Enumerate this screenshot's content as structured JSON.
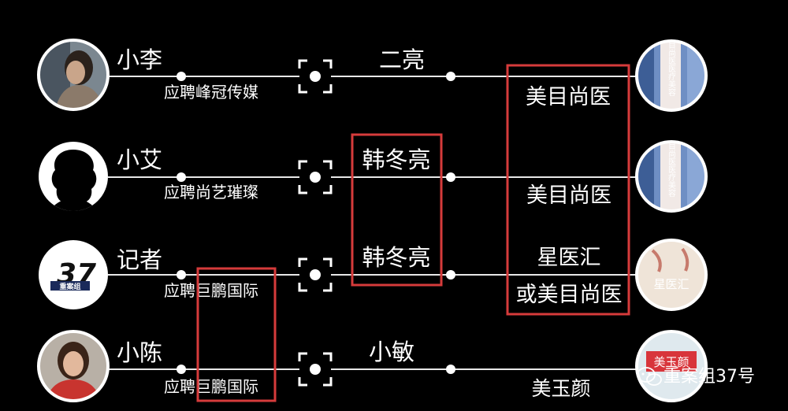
{
  "rows": [
    {
      "person": "小李",
      "channel": "应聘峰冠传媒",
      "contact": "二亮",
      "clinic": "美目尚医",
      "avatar": "photo-woman-icon",
      "clinic_sign": "北京美目尚医医疗美容"
    },
    {
      "person": "小艾",
      "channel": "应聘尚艺璀璨",
      "contact": "韩冬亮",
      "clinic": "美目尚医",
      "avatar": "silhouette-icon",
      "clinic_sign": "北京美目尚医医疗美容"
    },
    {
      "person": "记者",
      "channel": "应聘巨鹏国际",
      "contact": "韩冬亮",
      "clinic": "星医汇",
      "clinic_line2": "或美目尚医",
      "avatar": "logo-37-icon",
      "clinic_sign": "星医汇"
    },
    {
      "person": "小陈",
      "channel": "应聘巨鹏国际",
      "contact": "小敏",
      "clinic": "美玉颜",
      "avatar": "photo-woman-icon",
      "clinic_sign": "美玉颜"
    }
  ],
  "logo_text": {
    "number": "37",
    "caption": "重案组"
  },
  "watermark": "重案组37号",
  "colors": {
    "background": "#000000",
    "line": "#ffffff",
    "highlight": "#d63b3b"
  }
}
